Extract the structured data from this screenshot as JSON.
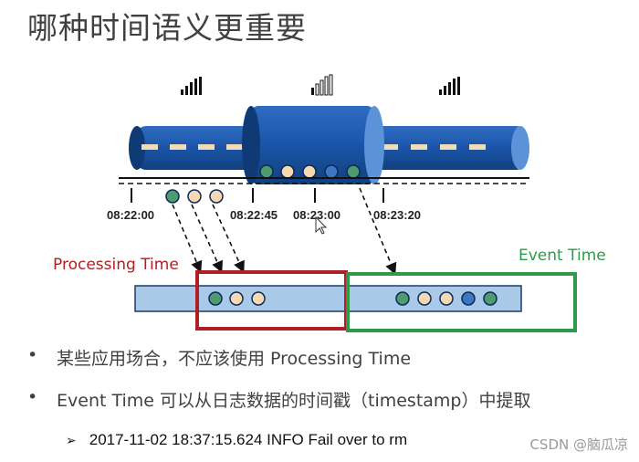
{
  "slide": {
    "title": "哪种时间语义更重要",
    "bullets": [
      "某些应用场合，不应该使用 Processing Time",
      "Event Time 可以从日志数据的时间戳（timestamp）中提取"
    ],
    "bullet_symbol": "•",
    "sub_symbol": "➢",
    "sub_bullet": "2017-11-02 18:37:15.624 INFO Fail over to rm"
  },
  "diagram": {
    "timestamps": [
      "08:22:00",
      "08:22:45",
      "08:23:00",
      "08:23:20"
    ],
    "processing_label": "Processing Time",
    "event_label": "Event Time",
    "colors": {
      "pipe": "#1a4f9e",
      "pipe_light": "#5c93d8",
      "window_bar": "#a9c9e8",
      "processing_box": "#b01f24",
      "event_box": "#2f9a4a",
      "dot_green": "#4f9a6e",
      "dot_beige": "#f6d8b4",
      "dot_blue": "#3f76c4"
    },
    "icons": [
      "signal-bars-icon",
      "signal-bars-icon",
      "signal-bars-icon"
    ]
  },
  "watermark": "CSDN @脑瓜凉"
}
